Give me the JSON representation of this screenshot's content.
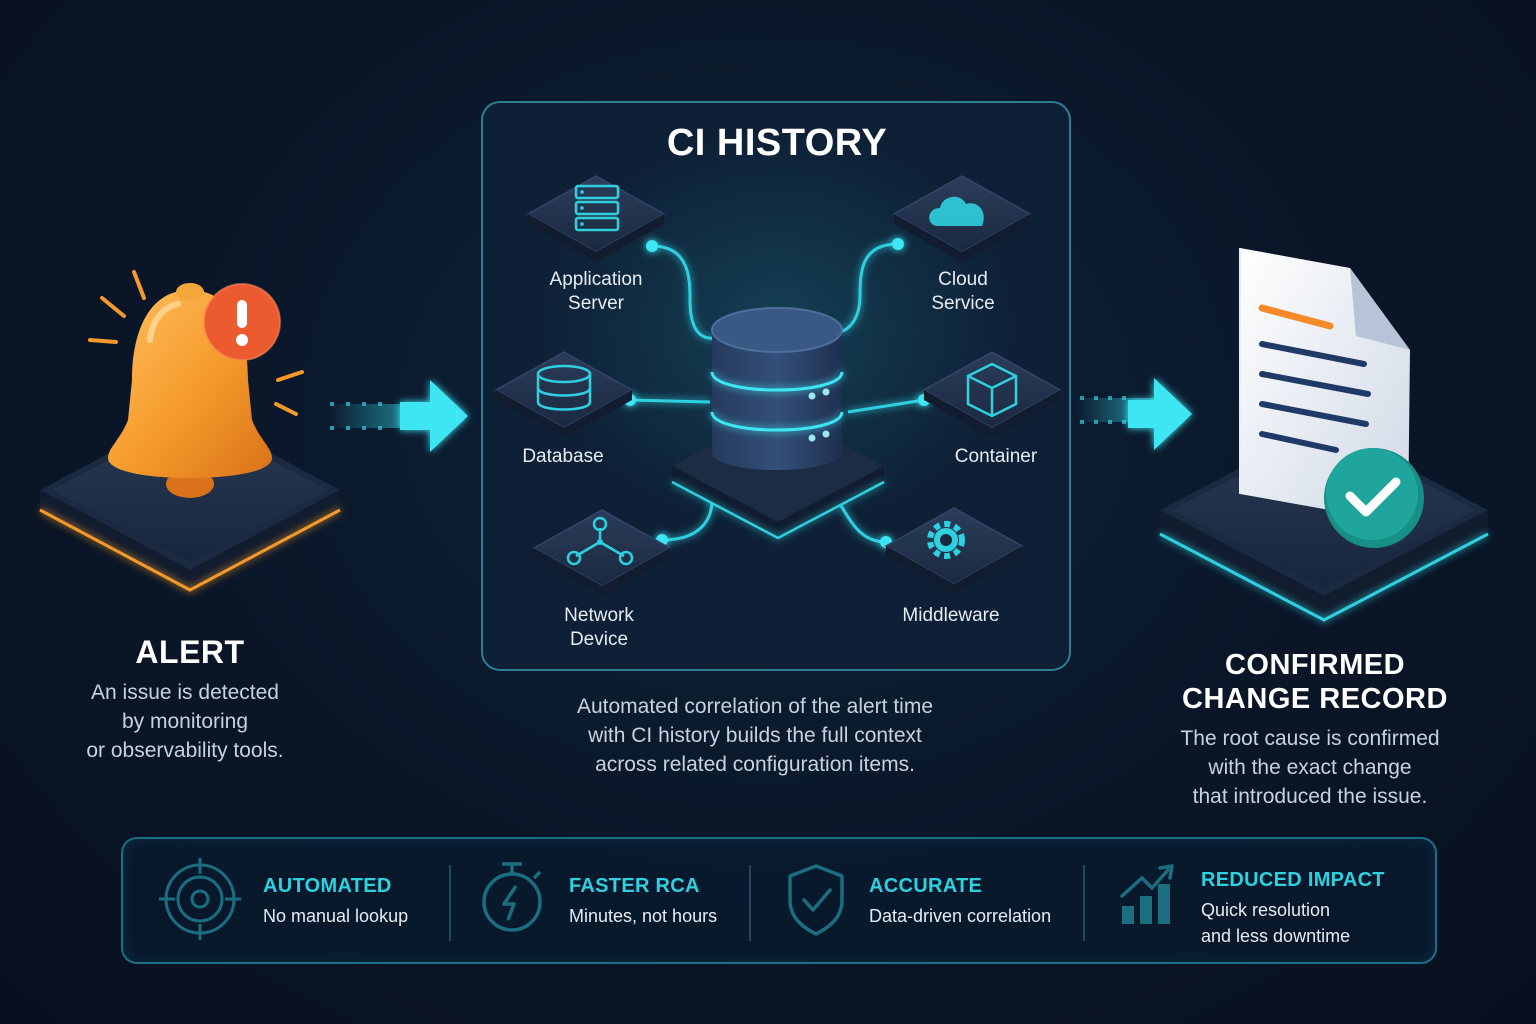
{
  "alert": {
    "title": "ALERT",
    "description_lines": [
      "An issue is detected",
      "by monitoring",
      "or observability tools."
    ]
  },
  "ci_history": {
    "title": "CI HISTORY",
    "nodes": {
      "application_server": [
        "Application",
        "Server"
      ],
      "cloud_service": [
        "Cloud",
        "Service"
      ],
      "database": [
        "Database"
      ],
      "container": [
        "Container"
      ],
      "network_device": [
        "Network",
        "Device"
      ],
      "middleware": [
        "Middleware"
      ]
    },
    "description_lines": [
      "Automated correlation of the alert time",
      "with CI history builds the full context",
      "across related configuration items."
    ]
  },
  "change_record": {
    "title_lines": [
      "CONFIRMED",
      "CHANGE RECORD"
    ],
    "description_lines": [
      "The root cause is confirmed",
      "with the exact change",
      "that introduced the issue."
    ]
  },
  "benefits": [
    {
      "title": "AUTOMATED",
      "text_lines": [
        "No manual lookup"
      ],
      "icon": "target-icon"
    },
    {
      "title": "FASTER RCA",
      "text_lines": [
        "Minutes, not hours"
      ],
      "icon": "stopwatch-icon"
    },
    {
      "title": "ACCURATE",
      "text_lines": [
        "Data-driven correlation"
      ],
      "icon": "shield-check-icon"
    },
    {
      "title": "REDUCED IMPACT",
      "text_lines": [
        "Quick resolution",
        "and less downtime"
      ],
      "icon": "chart-trend-icon"
    }
  ],
  "colors": {
    "background": "#0a1628",
    "accent_cyan": "#2fd0e0",
    "alert_orange": "#f59a2a",
    "alert_red": "#ec5a2f",
    "check_teal": "#1fa59b"
  }
}
